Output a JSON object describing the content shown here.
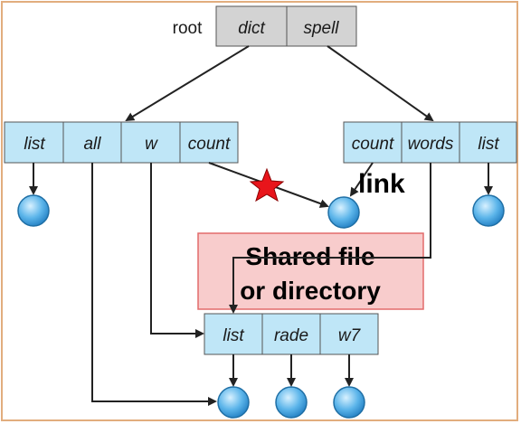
{
  "root_label": "root",
  "root_dir": {
    "cells": [
      "dict",
      "spell"
    ],
    "color": "#d3d3d3"
  },
  "left_dir": {
    "cells": [
      "list",
      "all",
      "w",
      "count"
    ]
  },
  "right_dir": {
    "cells": [
      "count",
      "words",
      "list"
    ]
  },
  "shared_dir": {
    "cells": [
      "list",
      "rade",
      "w7"
    ]
  },
  "link_label": "link",
  "shared_label": {
    "line1": "Shared file",
    "line2": "or directory"
  },
  "colors": {
    "dir_fill": "#bfe6f7",
    "shared_fill": "#f8cccc",
    "shared_border": "#e26b6b",
    "star": "#e8151b",
    "frame": "#e2ad7e",
    "node_fill": "#5cb5ea"
  }
}
